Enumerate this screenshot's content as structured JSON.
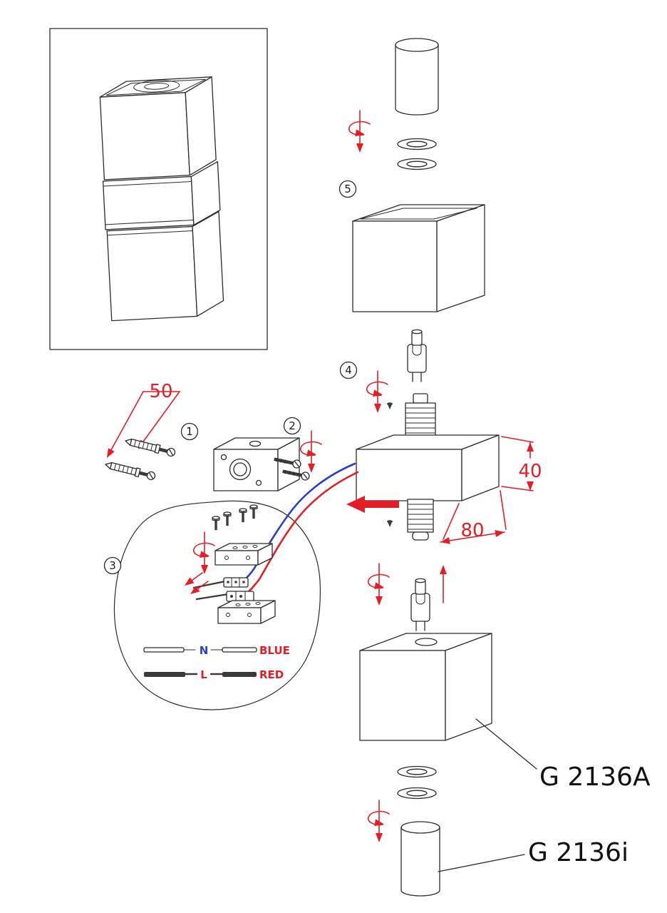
{
  "colors": {
    "line": "#2b2b2b",
    "red": "#e41e26",
    "blue": "#2b3fc4"
  },
  "steps": {
    "step1": "1",
    "step2": "2",
    "step3": "3",
    "step4": "4",
    "step5": "5"
  },
  "dimensions": {
    "anchor_spacing": "50",
    "body_height": "40",
    "body_length": "80"
  },
  "wiring": {
    "neutral": "N",
    "live": "L",
    "neutral_color": "BLUE",
    "live_color": "RED"
  },
  "products": {
    "cube_model": "G 2136A",
    "cylinder_model": "G 2136i"
  }
}
